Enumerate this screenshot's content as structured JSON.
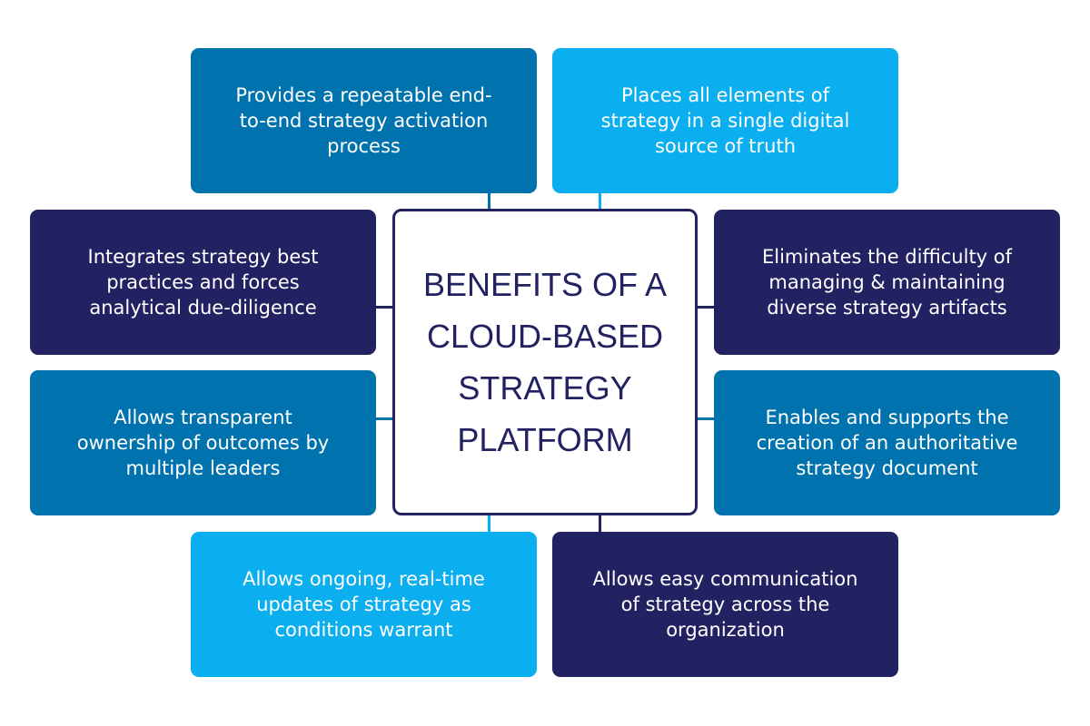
{
  "center_title": "BENEFITS OF A CLOUD-BASED STRATEGY PLATFORM",
  "colors": {
    "blue": "#0073ae",
    "light_blue": "#0baeef",
    "navy": "#222262"
  },
  "benefits": [
    "Provides a repeatable end-to-end strategy activation process",
    "Places all elements of strategy in a single digital source of truth",
    "Integrates strategy best practices and forces analytical due-diligence",
    "Eliminates the difficulty of managing & maintaining diverse strategy artifacts",
    "Allows transparent ownership of outcomes by multiple leaders",
    "Enables and supports the creation of an authoritative strategy document",
    "Allows ongoing, real-time updates of strategy as conditions warrant",
    "Allows easy communication of strategy across the organization"
  ]
}
